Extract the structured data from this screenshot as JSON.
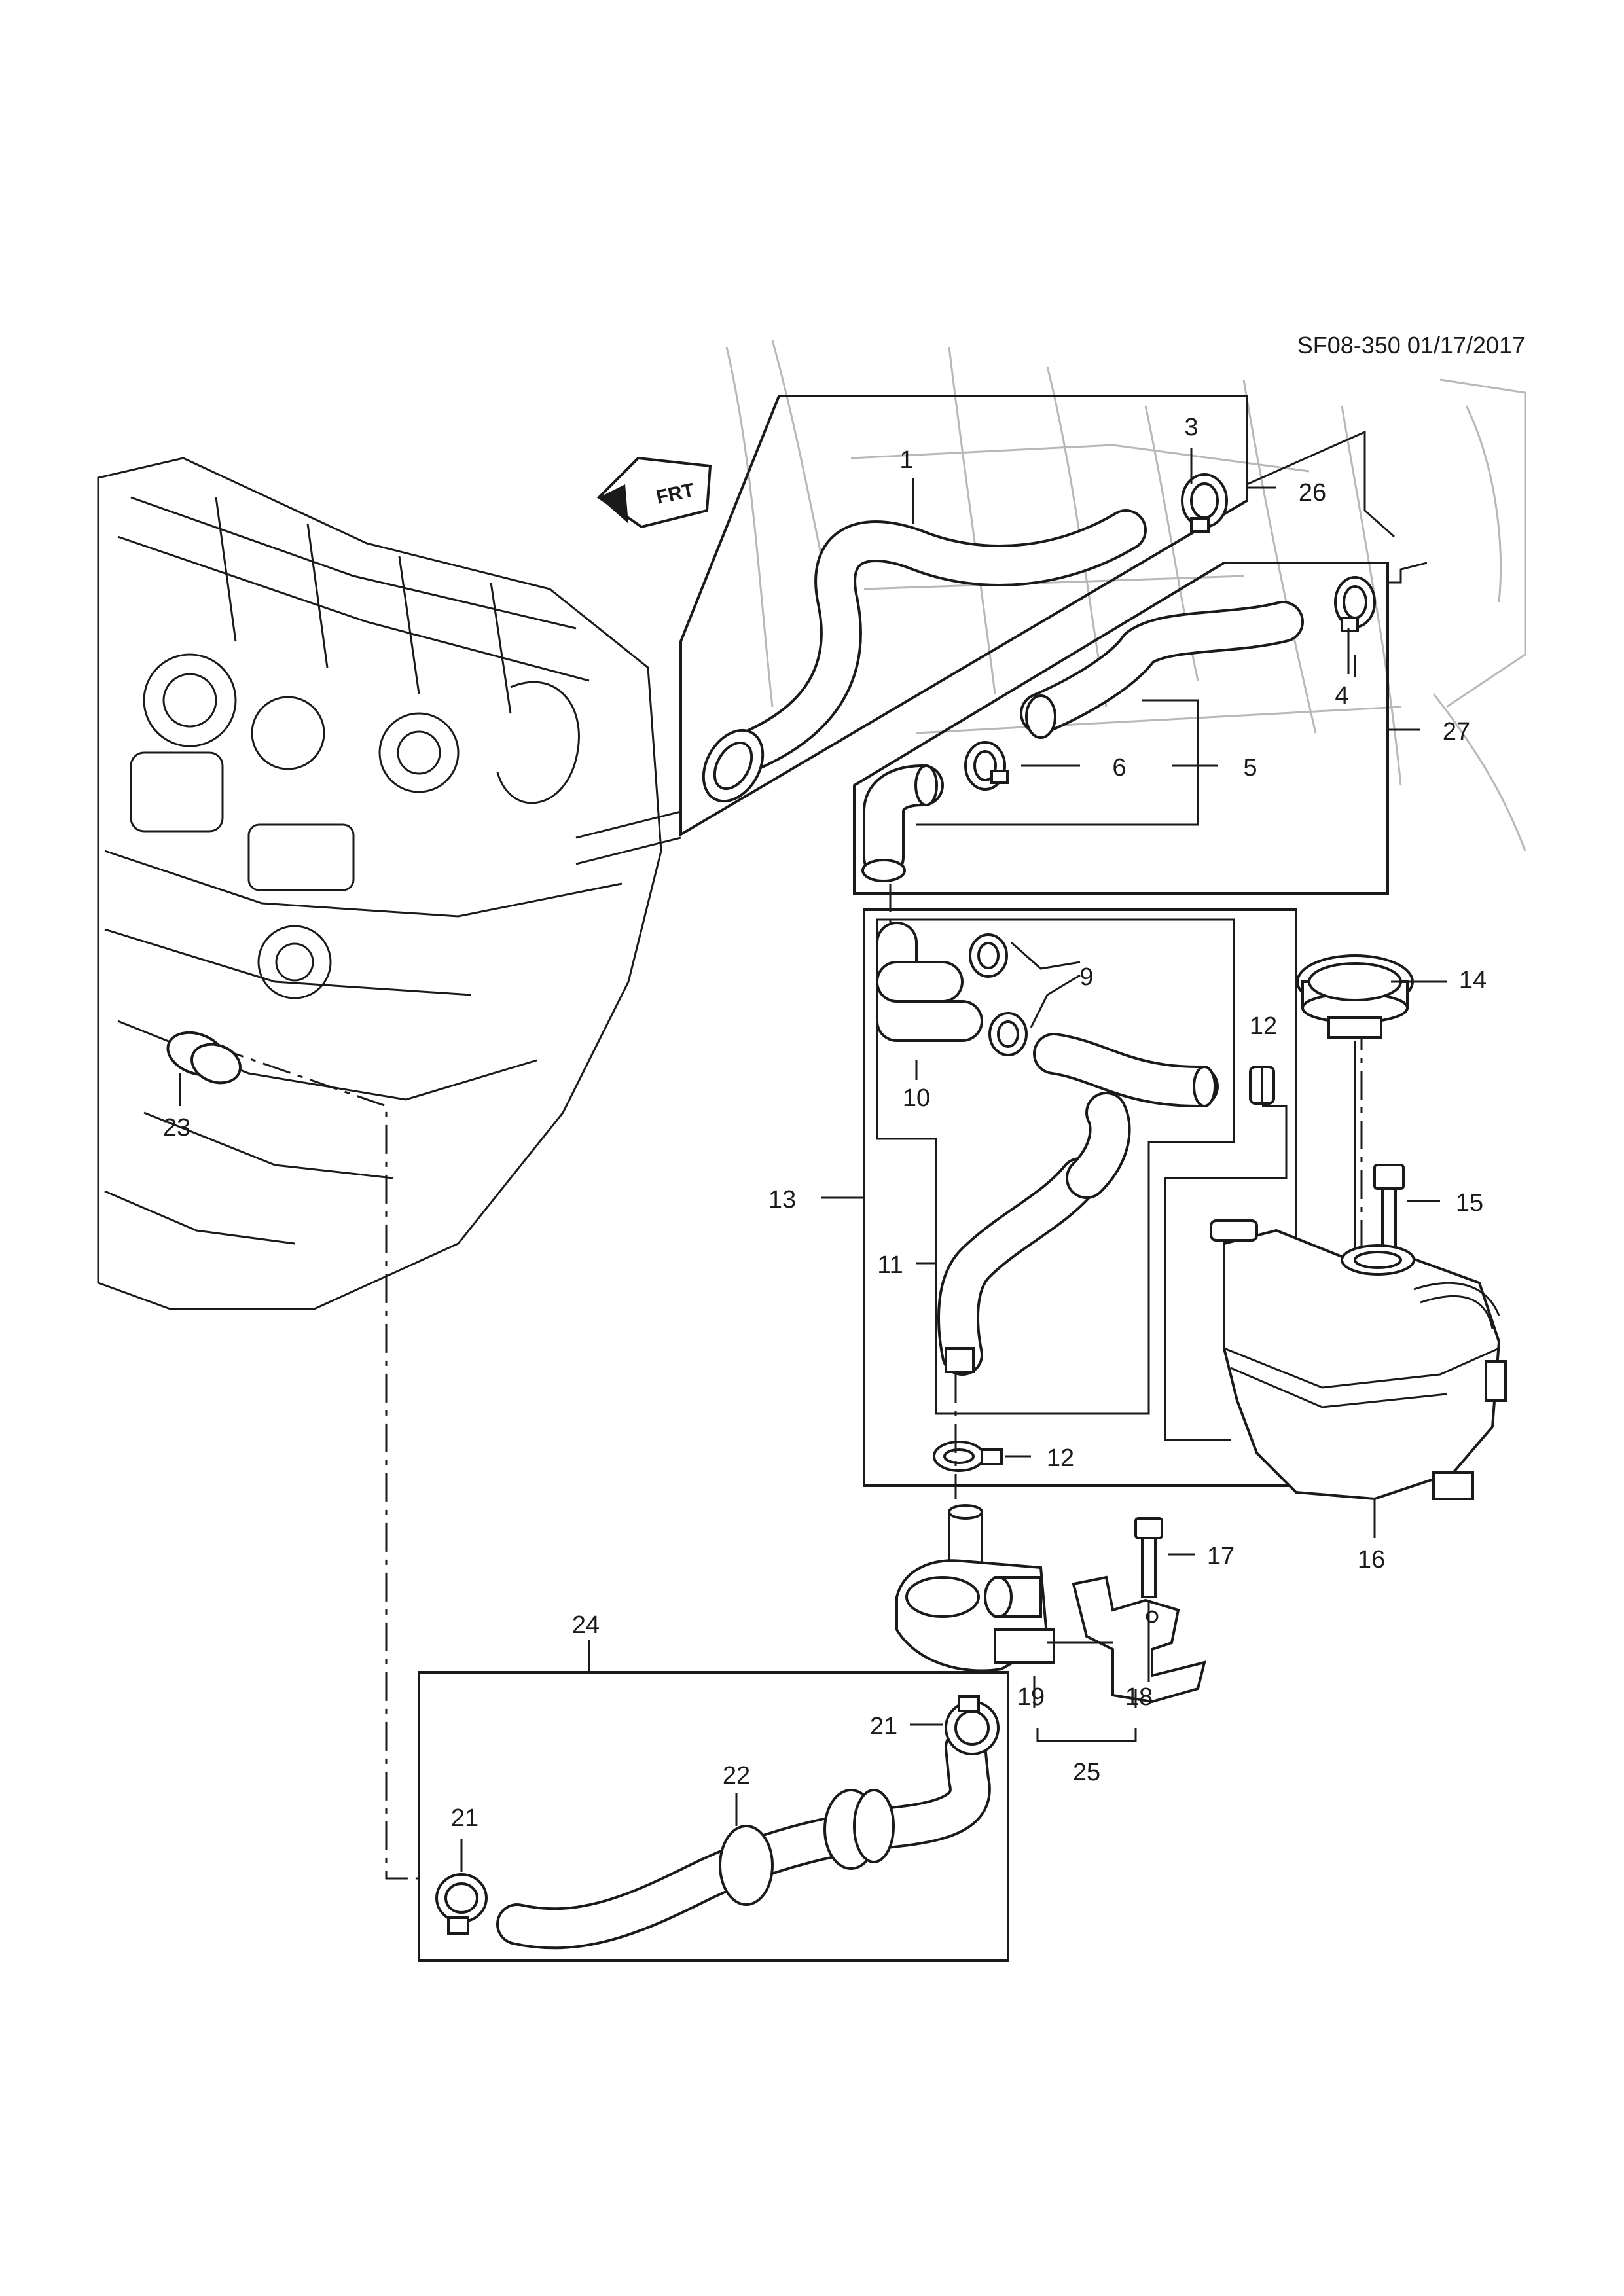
{
  "header": {
    "code": "SF08-350 01/17/2017"
  },
  "orientation": {
    "frt_label": "FRT"
  },
  "callouts": {
    "c1": "1",
    "c3": "3",
    "c4": "4",
    "c5": "5",
    "c6": "6",
    "c9": "9",
    "c10": "10",
    "c11": "11",
    "c12a": "12",
    "c12b": "12",
    "c13": "13",
    "c14": "14",
    "c15": "15",
    "c16": "16",
    "c17": "17",
    "c18": "18",
    "c19": "19",
    "c21a": "21",
    "c21b": "21",
    "c22": "22",
    "c23": "23",
    "c24": "24",
    "c25": "25",
    "c26": "26",
    "c27": "27"
  }
}
